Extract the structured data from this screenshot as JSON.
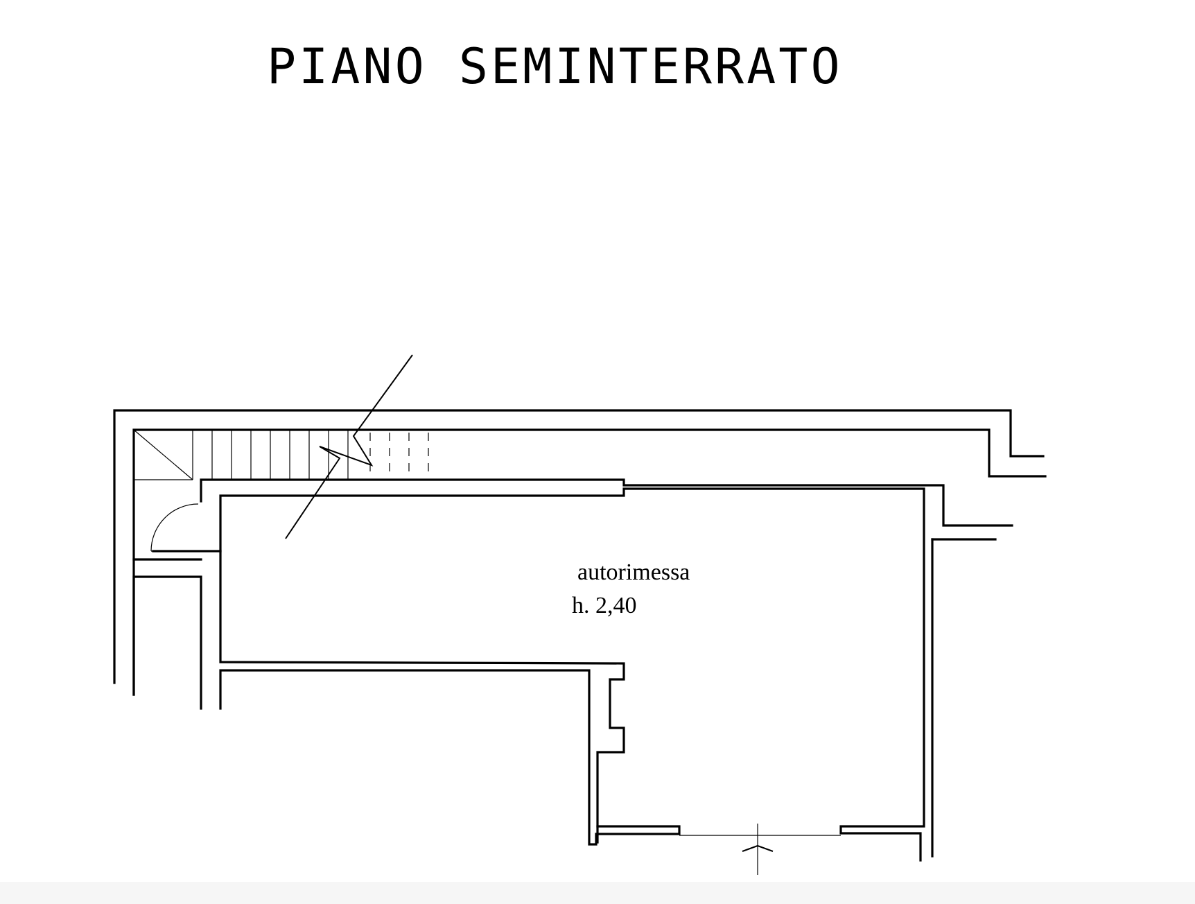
{
  "plan": {
    "title": "PIANO SEMINTERRATO",
    "room": {
      "name": "autorimessa",
      "height_label": "h. 2,40"
    }
  },
  "colors": {
    "line": "#000000",
    "background": "#ffffff"
  }
}
